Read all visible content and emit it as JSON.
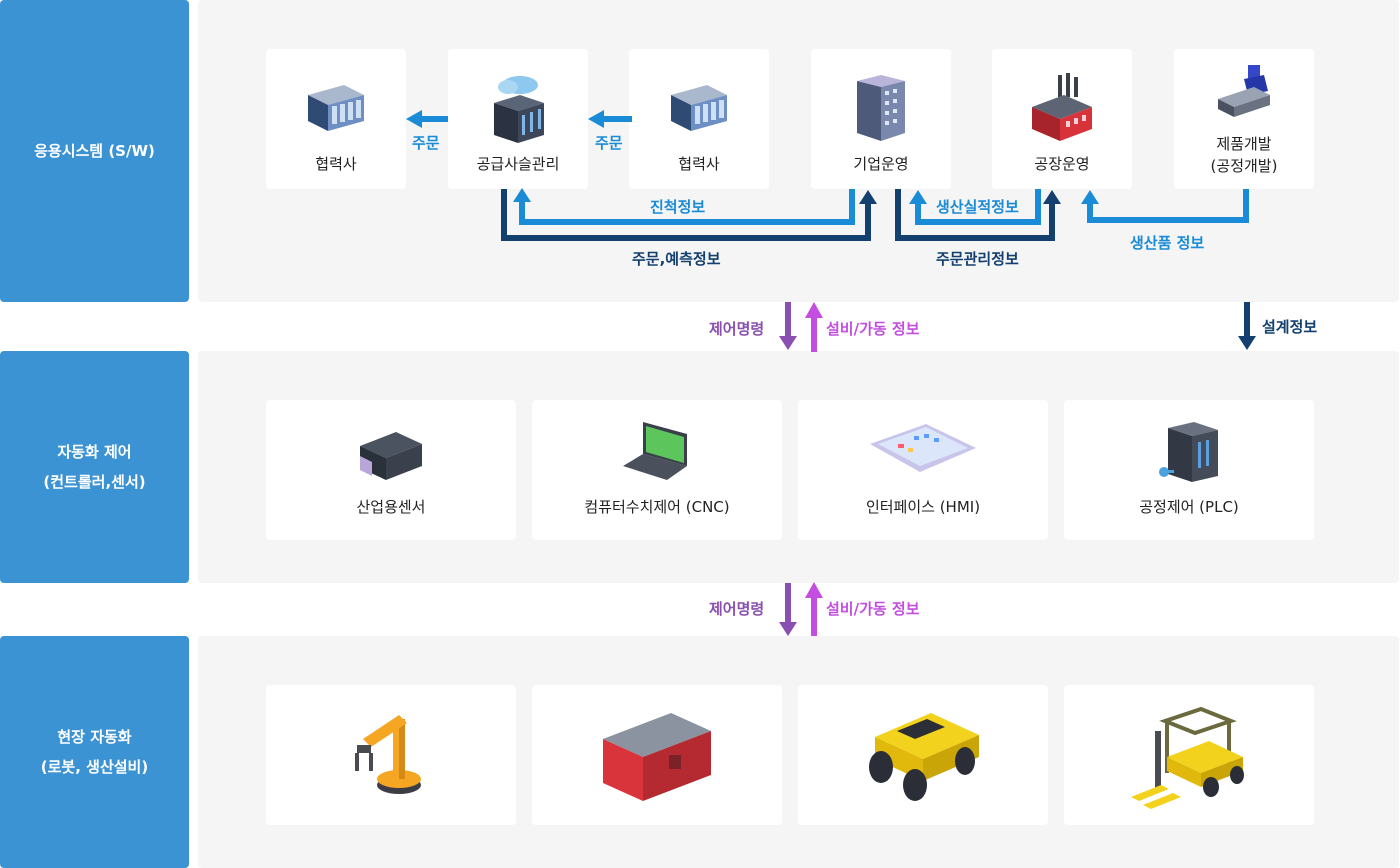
{
  "levels": [
    {
      "label_lines": [
        "응용시스템 (S/W)"
      ]
    },
    {
      "label_lines": [
        "자동화 제어",
        "(컨트롤러,센서)"
      ]
    },
    {
      "label_lines": [
        "현장 자동화",
        "(로봇, 생산설비)"
      ]
    }
  ],
  "top_cards": [
    {
      "label": "협력사",
      "icon": "server-rack-icon"
    },
    {
      "label": "공급사슬관리",
      "icon": "cloud-server-icon"
    },
    {
      "label": "협력사",
      "icon": "server-rack-icon"
    },
    {
      "label": "기업운영",
      "icon": "office-building-icon"
    },
    {
      "label": "공장운영",
      "icon": "factory-icon"
    },
    {
      "label_lines": [
        "제품개발",
        "(공정개발)"
      ],
      "icon": "conveyor-machine-icon"
    }
  ],
  "mid_cards": [
    {
      "label": "산업용센서",
      "icon": "sensor-device-icon"
    },
    {
      "label": "컴퓨터수치제어 (CNC)",
      "icon": "laptop-icon"
    },
    {
      "label": "인터페이스 (HMI)",
      "icon": "tablet-icon"
    },
    {
      "label": "공정제어 (PLC)",
      "icon": "plc-cabinet-icon"
    }
  ],
  "bot_cards": [
    {
      "icon": "robot-arm-icon"
    },
    {
      "icon": "container-unit-icon"
    },
    {
      "icon": "autonomous-vehicle-icon"
    },
    {
      "icon": "forklift-icon"
    }
  ],
  "flows": {
    "order_left": "주문",
    "order_right": "주문",
    "progress_info": "진척정보",
    "order_forecast_info": "주문,예측정보",
    "production_result_info": "생산실적정보",
    "order_mgmt_info": "주문관리정보",
    "product_info": "생산품 정보",
    "design_info": "설계정보",
    "control_cmd_1": "제어명령",
    "equip_status_1": "설비/가동 정보",
    "control_cmd_2": "제어명령",
    "equip_status_2": "설비/가동 정보"
  },
  "colors": {
    "level_bg": "#3b93d3",
    "panel_bg": "#f5f5f5",
    "flow_light": "#1a8bd6",
    "flow_dark": "#13406e",
    "control_purple": "#8a4fb0",
    "status_violet": "#c24fe0"
  }
}
